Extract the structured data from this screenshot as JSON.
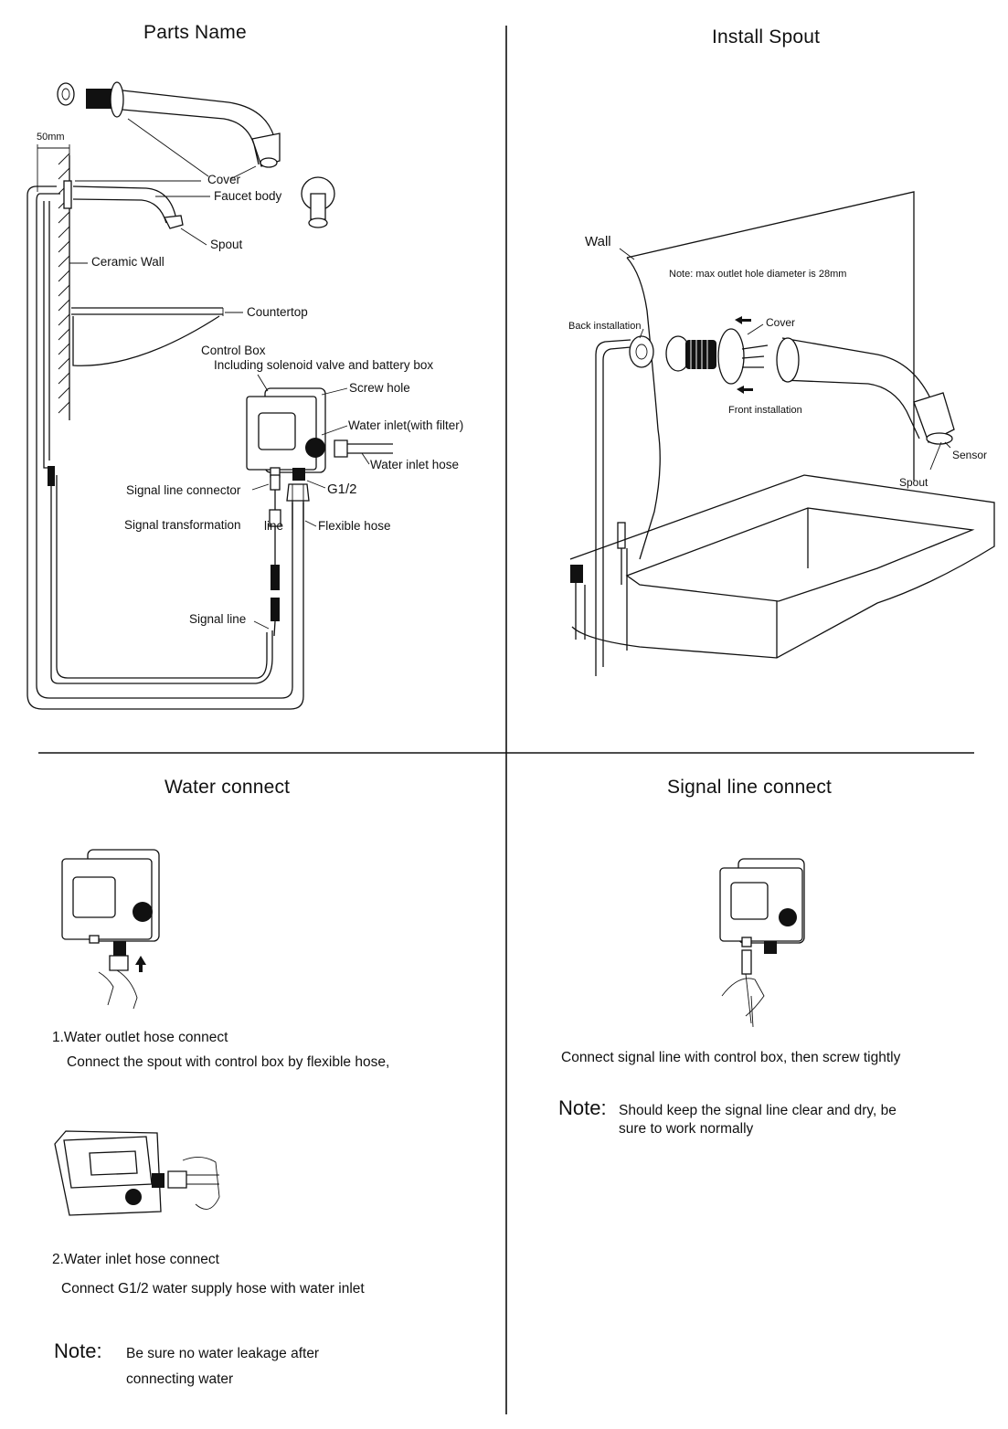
{
  "quadrants": {
    "parts": {
      "title": "Parts Name",
      "labels": {
        "dimension": "50mm",
        "cover": "Cover",
        "faucet_body": "Faucet body",
        "spout": "Spout",
        "ceramic_wall": "Ceramic Wall",
        "countertop": "Countertop",
        "control_box": "Control Box",
        "control_box_desc": "Including solenoid  valve and  battery box",
        "screw_hole": "Screw hole",
        "water_inlet": "Water inlet(with filter)",
        "water_inlet_hose": "Water inlet  hose",
        "signal_line_connector": "Signal line   connector",
        "g12": "G1/2",
        "signal_transformation": "Signal transformation",
        "line": "line",
        "flexible_hose": "Flexible hose",
        "signal_line": "Signal line"
      }
    },
    "install": {
      "title": "Install Spout",
      "labels": {
        "wall": "Wall",
        "note": "Note: max outlet hole diameter is 28mm",
        "back_installation": "Back installation",
        "cover": "Cover",
        "front_installation": "Front installation",
        "sensor": "Sensor",
        "spout": "Spout"
      }
    },
    "water": {
      "title": "Water connect",
      "step1_title": "1.Water outlet  hose connect",
      "step1_text": "Connect the  spout  with control  box by  flexible hose,",
      "step2_title": "2.Water inlet   hose connect",
      "step2_text": "Connect G1/2  water supply   hose with   water inlet",
      "note_label": "Note:",
      "note_line1": "Be sure  no water  leakage after",
      "note_line2": "connecting water"
    },
    "signal": {
      "title": "Signal line  connect",
      "instruction": "Connect signal  line with  control box,  then screw  tightly",
      "note_label": "Note:",
      "note_line1": "Should keep  the signal  line clear  and dry, be",
      "note_line2": "sure to work normally"
    }
  },
  "icons": [
    "faucet-diagram",
    "control-box-icon",
    "hand-icon",
    "arrow-up-icon",
    "arrow-left-icon"
  ]
}
